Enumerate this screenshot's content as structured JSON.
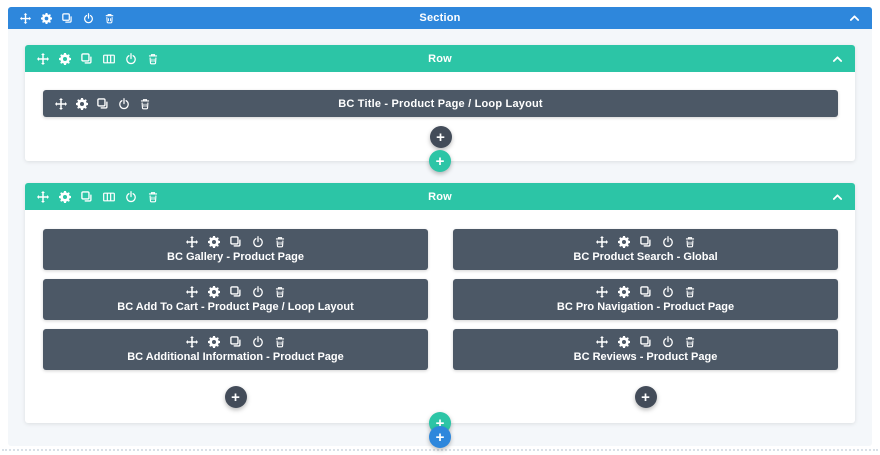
{
  "colors": {
    "section_blue": "#2e87dc",
    "row_teal": "#2cc5a6",
    "module_gray": "#4c5866",
    "section_background": "#f4f7fa",
    "page_background": "#ffffff"
  },
  "icons": {
    "section_toolbar": [
      "move",
      "gear",
      "duplicate",
      "power",
      "trash"
    ],
    "row_toolbar": [
      "move",
      "gear",
      "duplicate",
      "columns",
      "power",
      "trash"
    ],
    "module_toolbar": [
      "move",
      "gear",
      "duplicate",
      "power",
      "trash"
    ],
    "collapse": "chevron-up"
  },
  "builder": {
    "section": {
      "label": "Section",
      "rows": [
        {
          "label": "Row",
          "columns": [
            {
              "modules": [
                {
                  "title": "BC Title - Product Page / Loop Layout"
                }
              ]
            }
          ]
        },
        {
          "label": "Row",
          "columns": [
            {
              "modules": [
                {
                  "title": "BC Gallery - Product Page"
                },
                {
                  "title": "BC Add To Cart - Product Page / Loop Layout"
                },
                {
                  "title": "BC Additional Information - Product Page"
                }
              ]
            },
            {
              "modules": [
                {
                  "title": "BC Product Search - Global"
                },
                {
                  "title": "BC Pro Navigation - Product Page"
                },
                {
                  "title": "BC Reviews - Product Page"
                }
              ]
            }
          ]
        }
      ]
    },
    "buttons": {
      "add_module": "+",
      "add_row": "+",
      "add_section": "+"
    }
  }
}
